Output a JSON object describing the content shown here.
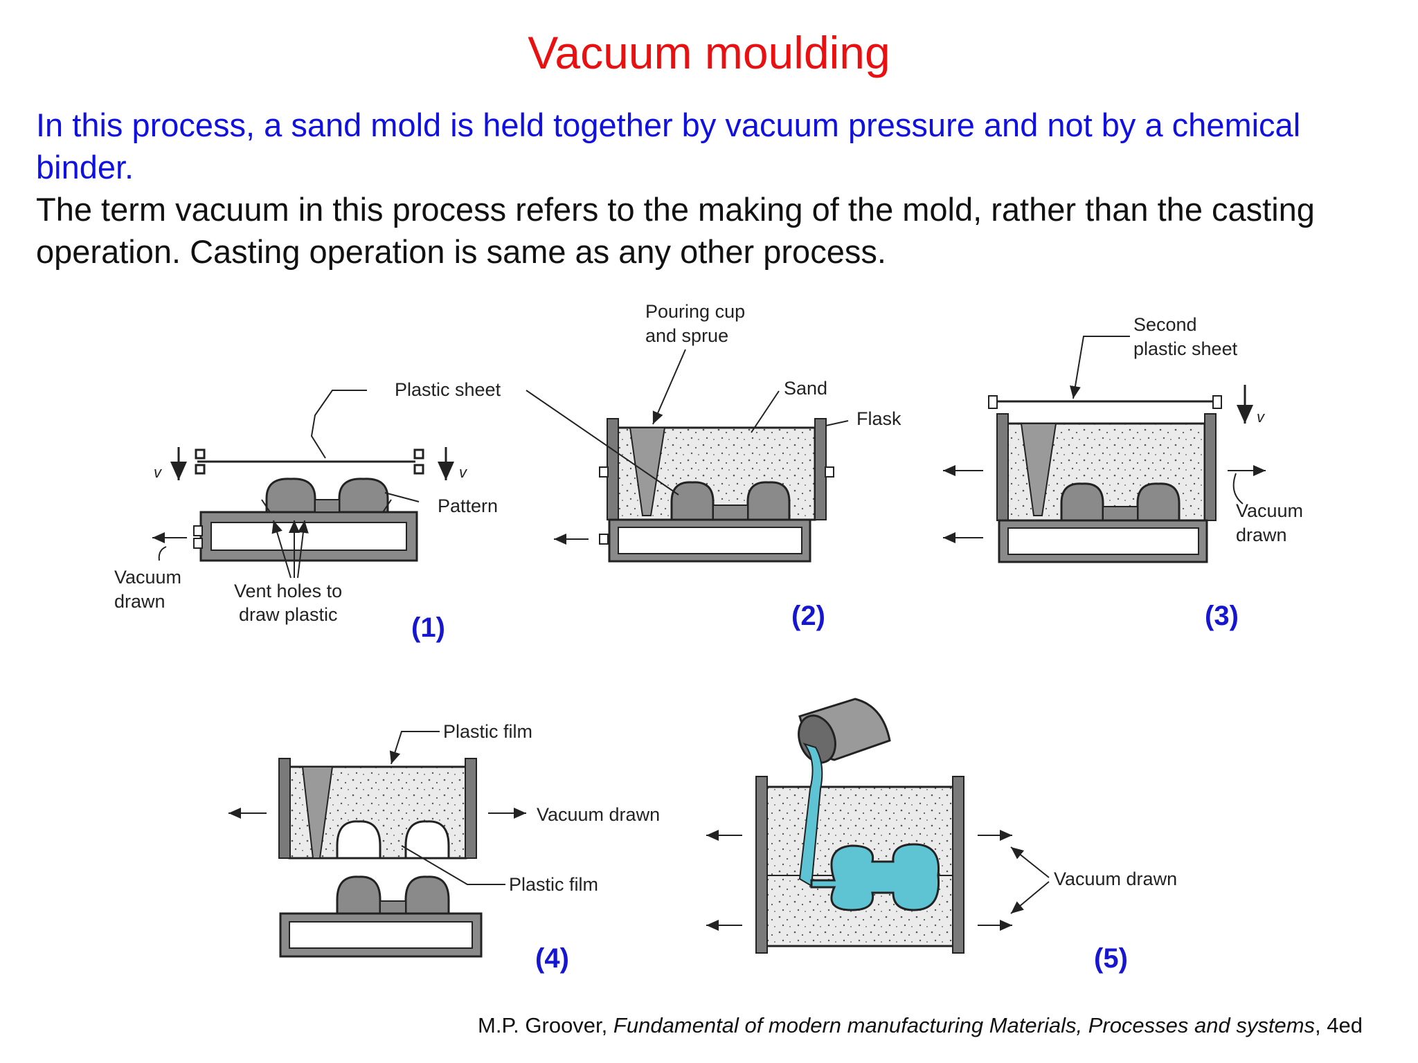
{
  "title": "Vacuum moulding",
  "intro": {
    "blue_text": "In this process, a sand mold is held together by vacuum pressure and not by a chemical binder.",
    "black_text": "The term vacuum in this process refers to the making of the mold, rather than the casting operation. Casting operation is same as any other process."
  },
  "diagram": {
    "step_labels": [
      "(1)",
      "(2)",
      "(3)",
      "(4)",
      "(5)"
    ],
    "labels": {
      "plastic_sheet": "Plastic sheet",
      "pattern": "Pattern",
      "vacuum_drawn_1a": "Vacuum",
      "vacuum_drawn_1b": "drawn",
      "vent_holes_a": "Vent holes to",
      "vent_holes_b": "draw plastic",
      "pouring_cup_a": "Pouring cup",
      "pouring_cup_b": "and sprue",
      "sand": "Sand",
      "flask": "Flask",
      "second_sheet_a": "Second",
      "second_sheet_b": "plastic sheet",
      "vacuum_drawn_3a": "Vacuum",
      "vacuum_drawn_3b": "drawn",
      "plastic_film_top": "Plastic film",
      "vacuum_drawn_4": "Vacuum drawn",
      "plastic_film_bottom": "Plastic film",
      "vacuum_drawn_5": "Vacuum drawn",
      "velocity": "v"
    },
    "colors": {
      "sand": "#e9e9e9",
      "metal": "#5ec4d4",
      "outline": "#333333",
      "wall": "#7a7a7a",
      "step_number": "#1616d0"
    }
  },
  "citation": {
    "author": "M.P. Groover,",
    "book": "Fundamental of modern manufacturing Materials, Processes and systems",
    "edition": ", 4ed"
  }
}
